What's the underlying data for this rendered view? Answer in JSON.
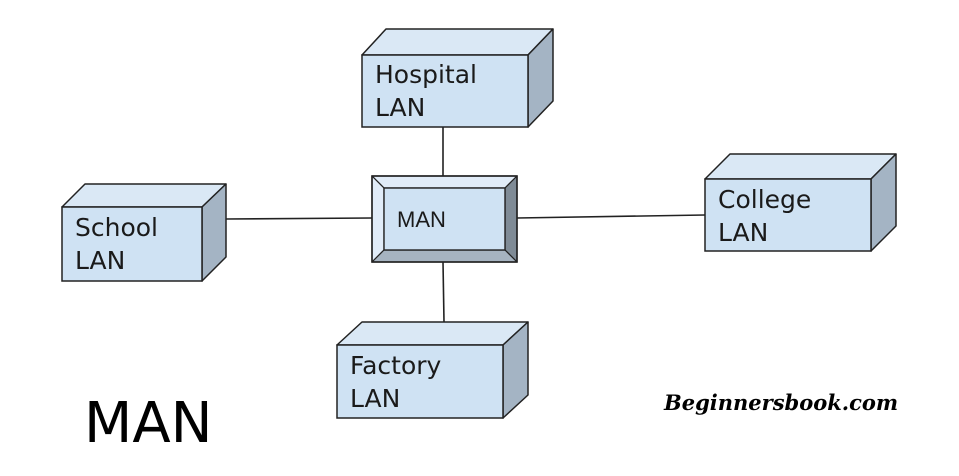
{
  "diagram": {
    "title": "MAN",
    "watermark": "Beginnersbook.com",
    "hub": {
      "id": "man",
      "label": "MAN"
    },
    "nodes": [
      {
        "id": "hospital",
        "line1": "Hospital",
        "line2": "LAN"
      },
      {
        "id": "school",
        "line1": "School",
        "line2": "LAN"
      },
      {
        "id": "college",
        "line1": "College",
        "line2": "LAN"
      },
      {
        "id": "factory",
        "line1": "Factory",
        "line2": "LAN"
      }
    ],
    "edges": [
      {
        "from": "man",
        "to": "hospital"
      },
      {
        "from": "man",
        "to": "school"
      },
      {
        "from": "man",
        "to": "college"
      },
      {
        "from": "man",
        "to": "factory"
      }
    ],
    "colors": {
      "front": "#cfe2f3",
      "top": "#dae8f5",
      "side": "#a4b4c4",
      "stroke": "#222222",
      "bevel_light": "#e1ecf8",
      "bevel_dark": "#7f8b96",
      "bevel_bottom": "#a6b3c0"
    }
  }
}
